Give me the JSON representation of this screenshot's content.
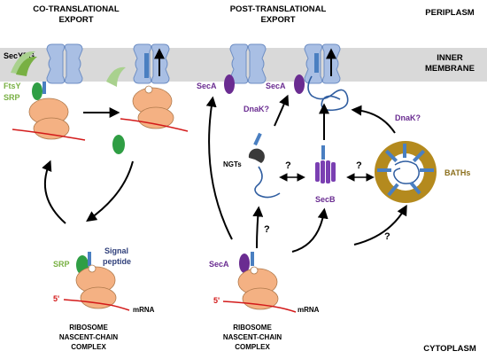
{
  "headers": {
    "co_translational": [
      "CO-TRANSLATIONAL",
      "EXPORT"
    ],
    "post_translational": [
      "POST-TRANSLATIONAL",
      "EXPORT"
    ],
    "periplasm": "PERIPLASM",
    "inner_membrane": [
      "INNER",
      "MEMBRANE"
    ],
    "cytoplasm": "CYTOPLASM"
  },
  "labels": {
    "secyeg": "SecYEG",
    "ftsy": "FtsY",
    "srp_top": "SRP",
    "srp_bottom": "SRP",
    "signal_peptide": [
      "Signal",
      "peptide"
    ],
    "five_prime_left": "5'",
    "five_prime_right": "5'",
    "mrna_left": "mRNA",
    "mrna_right": "mRNA",
    "complex_left": [
      "RIBOSOME",
      "NASCENT-CHAIN",
      "COMPLEX"
    ],
    "complex_right": [
      "RIBOSOME",
      "NASCENT-CHAIN",
      "COMPLEX"
    ],
    "seca_1": "SecA",
    "seca_2": "SecA",
    "seca_bottom": "SecA",
    "dnak_1": "DnaK?",
    "dnak_2": "DnaK?",
    "ngts": "NGTs",
    "secb": "SecB",
    "baths": "BATHs",
    "q1": "?",
    "q2": "?",
    "q3": "?",
    "q4": "?"
  },
  "colors": {
    "membrane": "#d9d9d9",
    "translocon": "#a9bfe4",
    "ribosome": "#f4b183",
    "srp": "#2f9e44",
    "ftsy": "#a9d18e",
    "seca": "#6a2c91",
    "signal_peptide": "#4a7fc1",
    "mrna": "#d31a1a",
    "bath_ring": "#b48a1e"
  }
}
